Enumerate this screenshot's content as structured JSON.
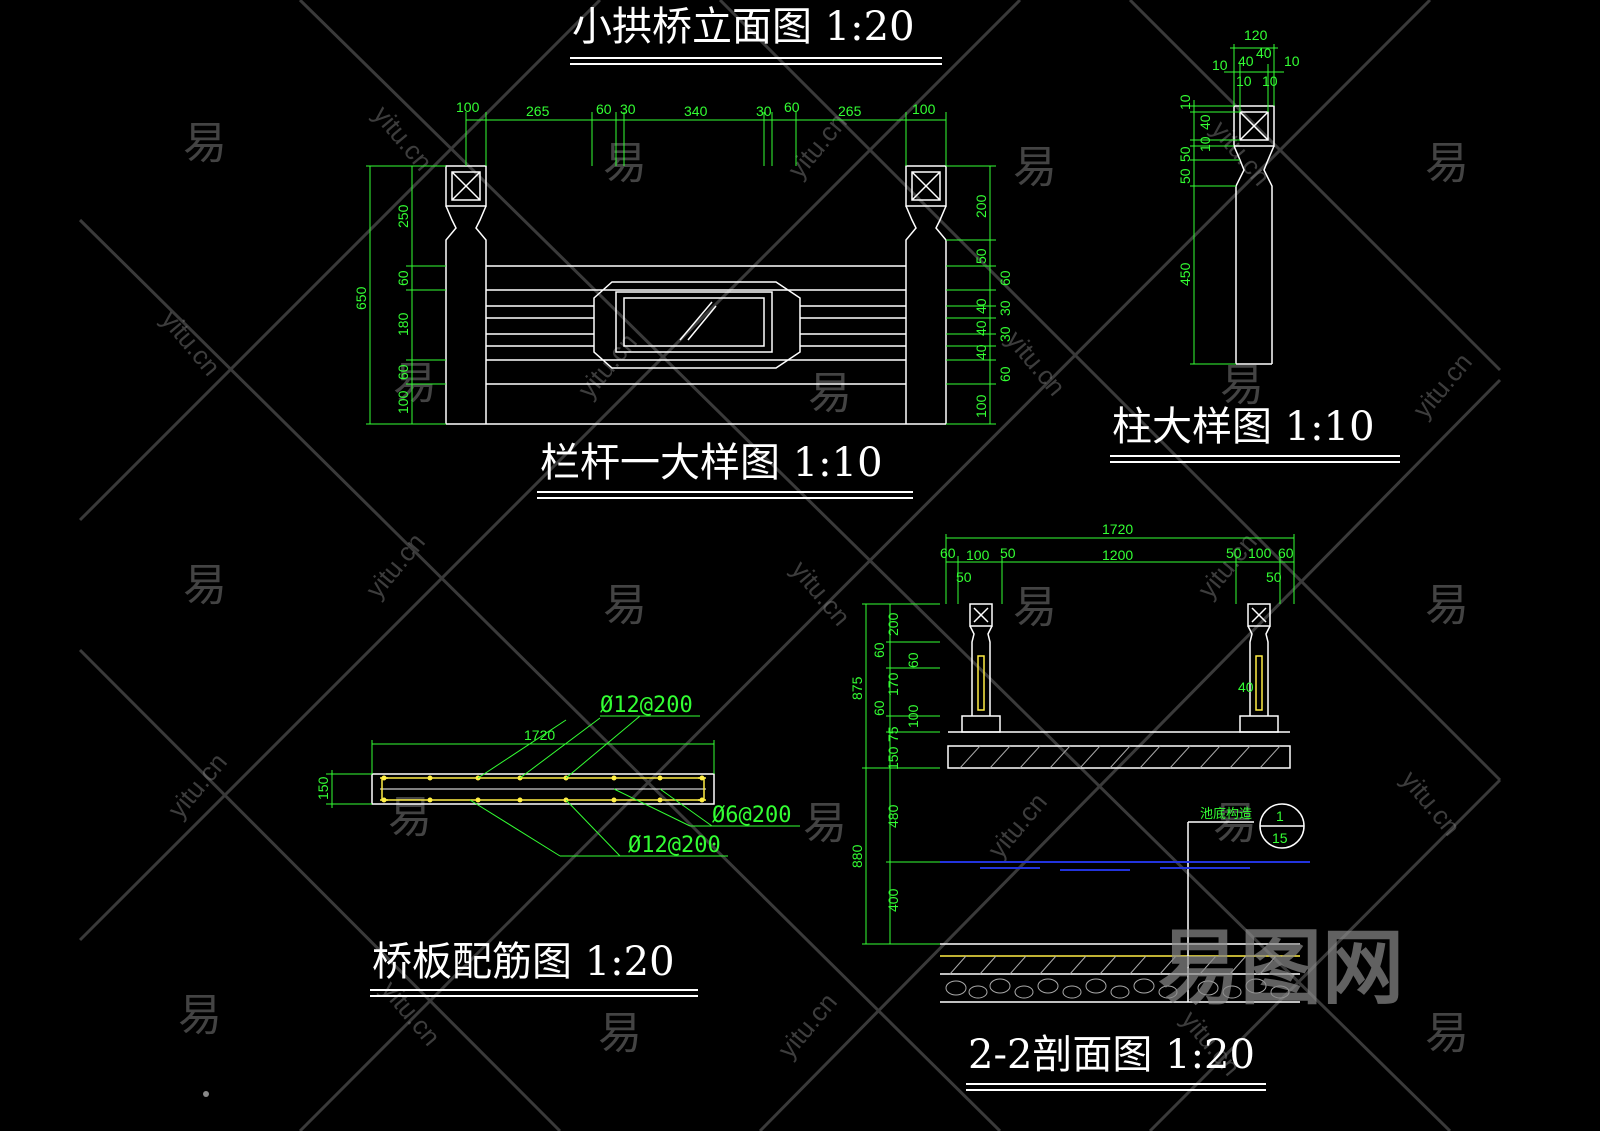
{
  "titles": {
    "elevation": "小拱桥立面图 1:20",
    "railing": "栏杆一大样图 1:10",
    "column": "柱大样图 1:10",
    "slab": "桥板配筋图 1:20",
    "section": "2-2剖面图 1:20"
  },
  "elevation_dims": {
    "top": [
      "100",
      "265",
      "60",
      "30",
      "340",
      "30",
      "60",
      "265",
      "100"
    ],
    "left": [
      "650",
      "250",
      "60",
      "180",
      "60",
      "100"
    ],
    "right": [
      "200",
      "50",
      "60",
      "40",
      "30",
      "40",
      "30",
      "40",
      "60",
      "100"
    ]
  },
  "column_dims": {
    "top": [
      "120",
      "40",
      "10",
      "40",
      "10",
      "10",
      "10"
    ],
    "left": [
      "10",
      "40",
      "10",
      "50",
      "50",
      "450"
    ]
  },
  "slab": {
    "length": "1720",
    "thickness": "150",
    "rebar_top": "Ø12@200",
    "rebar_mid": "Ø6@200",
    "rebar_bottom": "Ø12@200"
  },
  "section_dims": {
    "top": [
      "1720",
      "60",
      "100",
      "50",
      "1200",
      "50",
      "100",
      "60",
      "50",
      "50"
    ],
    "left": [
      "875",
      "200",
      "60",
      "60",
      "170",
      "60",
      "100",
      "75",
      "150",
      "480",
      "880",
      "400"
    ],
    "post_detail": "40",
    "note": "池底构造",
    "ref_top": "1",
    "ref_bottom": "15"
  },
  "watermark": {
    "glyph": "易",
    "site": "yitu.cn",
    "logo": "易图网"
  },
  "colors": {
    "background": "#000000",
    "line": "#ffffff",
    "dimension": "#33ff33",
    "water": "#2233dd",
    "accent": "#ffee44"
  }
}
